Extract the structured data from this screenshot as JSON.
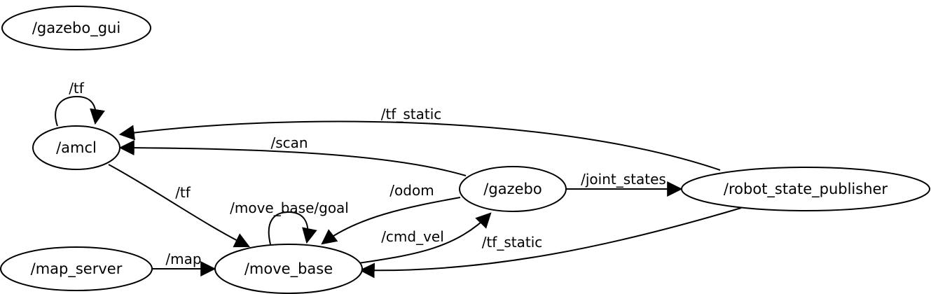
{
  "graph": {
    "nodes": {
      "gazebo_gui": "/gazebo_gui",
      "amcl": "/amcl",
      "gazebo": "/gazebo",
      "robot_state_publisher": "/robot_state_publisher",
      "map_server": "/map_server",
      "move_base": "/move_base"
    },
    "edges": {
      "amcl_tf_self": "/tf",
      "tf_static_rsp_amcl": "/tf_static",
      "scan": "/scan",
      "amcl_tf_movebase": "/tf",
      "odom": "/odom",
      "joint_states": "/joint_states",
      "move_base_goal": "/move_base/goal",
      "cmd_vel": "/cmd_vel",
      "tf_static_rsp_movebase": "/tf_static",
      "map": "/map"
    }
  }
}
